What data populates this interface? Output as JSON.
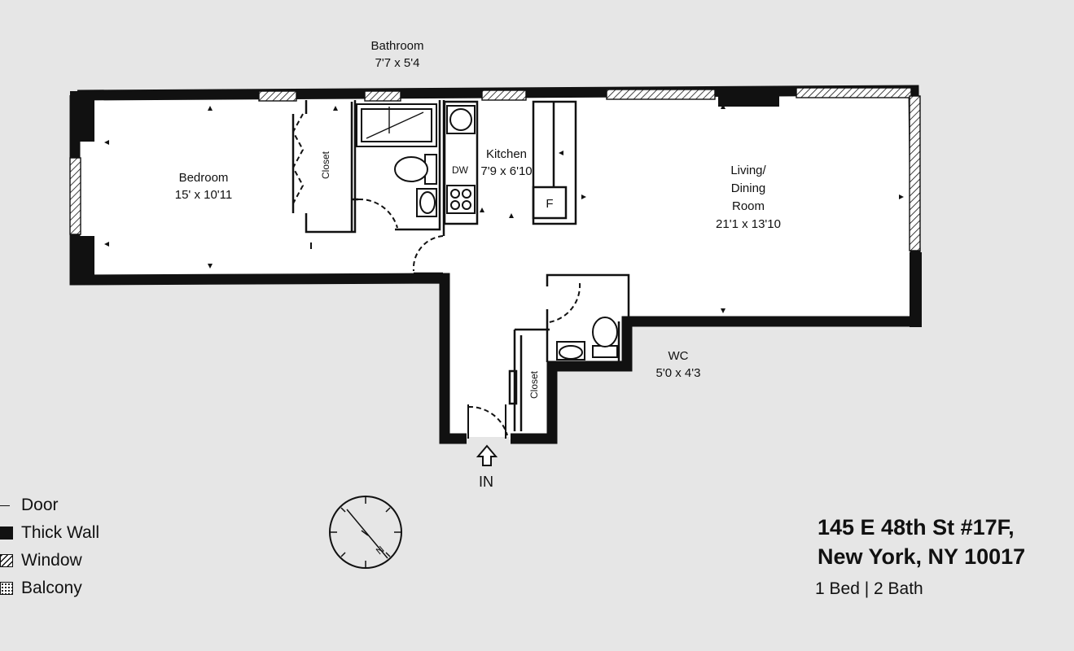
{
  "rooms": {
    "bathroom": {
      "name": "Bathroom",
      "size": "7'7 x 5'4"
    },
    "bedroom": {
      "name": "Bedroom",
      "size": "15' x 10'11"
    },
    "kitchen": {
      "name": "Kitchen",
      "size": "7'9 x 6'10"
    },
    "living": {
      "line1": "Living/",
      "line2": "Dining",
      "line3": "Room",
      "size": "21'1 x 13'10"
    },
    "wc": {
      "name": "WC",
      "size": "5'0 x 4'3"
    }
  },
  "labels": {
    "closet_bedroom": "Closet",
    "closet_entry": "Closet",
    "dishwasher": "DW",
    "fridge": "F",
    "entrance": "IN"
  },
  "legend": {
    "door": "Door",
    "thick_wall": "Thick Wall",
    "window": "Window",
    "balcony": "Balcony"
  },
  "listing": {
    "address_line1": "145 E 48th St #17F,",
    "address_line2": "New York, NY 10017",
    "beds_baths": "1 Bed | 2 Bath"
  },
  "colors": {
    "background": "#e6e6e6",
    "wall": "#111111",
    "floor": "#ffffff"
  }
}
